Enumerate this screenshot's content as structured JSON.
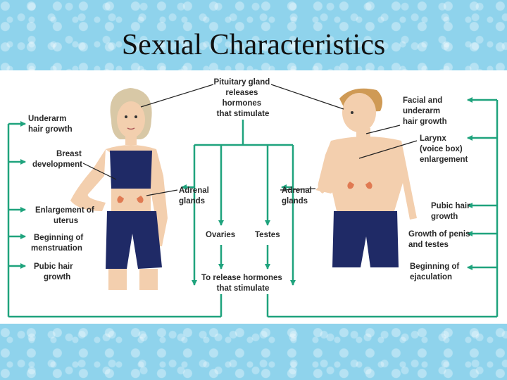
{
  "slide": {
    "title": "Sexual Characteristics"
  },
  "labels": {
    "pituitary": [
      "Pituitary gland",
      "releases",
      "hormones",
      "that stimulate"
    ],
    "adrenal_left": [
      "Adrenal",
      "glands"
    ],
    "adrenal_right": [
      "Adrenal",
      "glands"
    ],
    "ovaries": "Ovaries",
    "testes": "Testes",
    "release": [
      "To release hormones",
      "that stimulate"
    ],
    "female": {
      "underarm": [
        "Underarm",
        "hair growth"
      ],
      "breast": [
        "Breast",
        "development"
      ],
      "uterus": [
        "Enlargement of",
        "uterus"
      ],
      "menstruation": [
        "Beginning of",
        "menstruation"
      ],
      "pubic": [
        "Pubic hair",
        "growth"
      ]
    },
    "male": {
      "facial": [
        "Facial and",
        "underarm",
        "hair growth"
      ],
      "larynx": [
        "Larynx",
        "(voice box)",
        "enlargement"
      ],
      "pubic": [
        "Pubic hair",
        "growth"
      ],
      "penis": [
        "Growth of penis",
        "and testes"
      ],
      "ejaculation": [
        "Beginning of",
        "ejaculation"
      ]
    }
  },
  "colors": {
    "arrow": "#1fa37d",
    "outfit": "#1f2a66",
    "skin": "#f3cfae",
    "hair_female": "#d8c8a6",
    "hair_male": "#cf9a55",
    "organ": "#e07a52",
    "background": "#8fd3ec"
  }
}
